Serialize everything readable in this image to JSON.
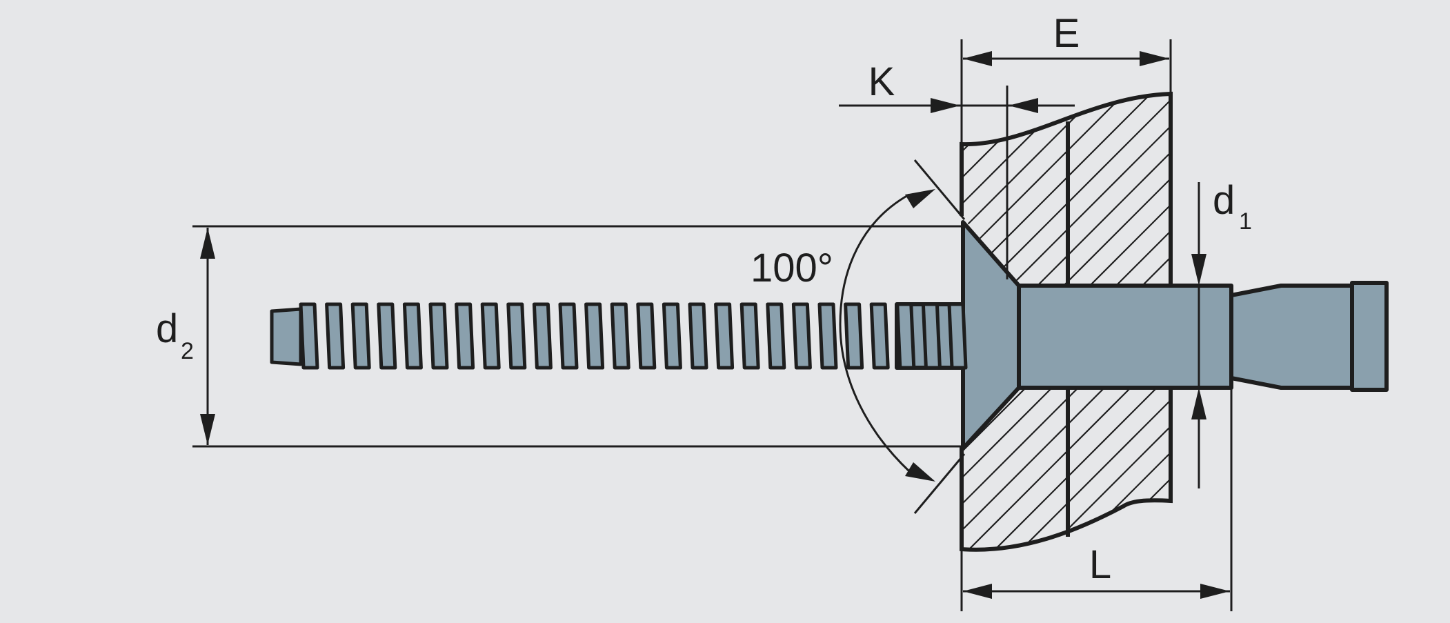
{
  "diagram": {
    "type": "countersunk blind rivet cross-section drawing",
    "colors": {
      "background": "#e6e7e9",
      "part_fill": "#8aa0ad",
      "line": "#1e1e1e"
    },
    "labels": {
      "E": "E",
      "K": "K",
      "d1_main": "d",
      "d1_sub": "1",
      "d2_main": "d",
      "d2_sub": "2",
      "angle": "100°",
      "L": "L"
    }
  }
}
